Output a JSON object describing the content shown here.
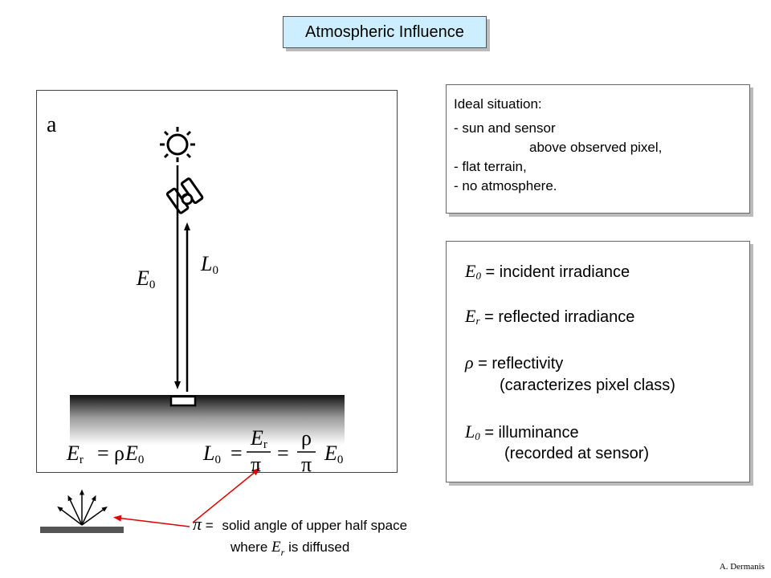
{
  "title": "Atmospheric Influence",
  "panel_letter": "a",
  "labels": {
    "E": "E",
    "L": "L",
    "sub_0": "0",
    "sub_r": "r",
    "rho": "ρ",
    "pi": "π",
    "equals": "="
  },
  "ideal_box": {
    "heading": "Ideal situation:",
    "line1": "- sun and sensor",
    "line2": "above observed pixel,",
    "line3": "- flat terrain,",
    "line4": "- no atmosphere."
  },
  "defs": {
    "e0": "= incident irradiance",
    "er": "= reflected irradiance",
    "rho": "= reflectivity",
    "rho_note": "(caracterizes pixel class)",
    "l0": "= illuminance",
    "l0_note": "(recorded at sensor)"
  },
  "pi_note": {
    "equals": "=",
    "line1": "solid angle of upper half space",
    "line2_a": "where",
    "line2_b": "is diffused"
  },
  "credit": "A. Dermanis",
  "colors": {
    "title_bg": "#cceeff",
    "accent_arrow": "#e00000"
  },
  "icons": {
    "sun": "sun-icon",
    "sensor": "satellite-sensor-icon",
    "pixel": "pixel-marker",
    "diffuse": "diffuse-reflection-icon"
  }
}
